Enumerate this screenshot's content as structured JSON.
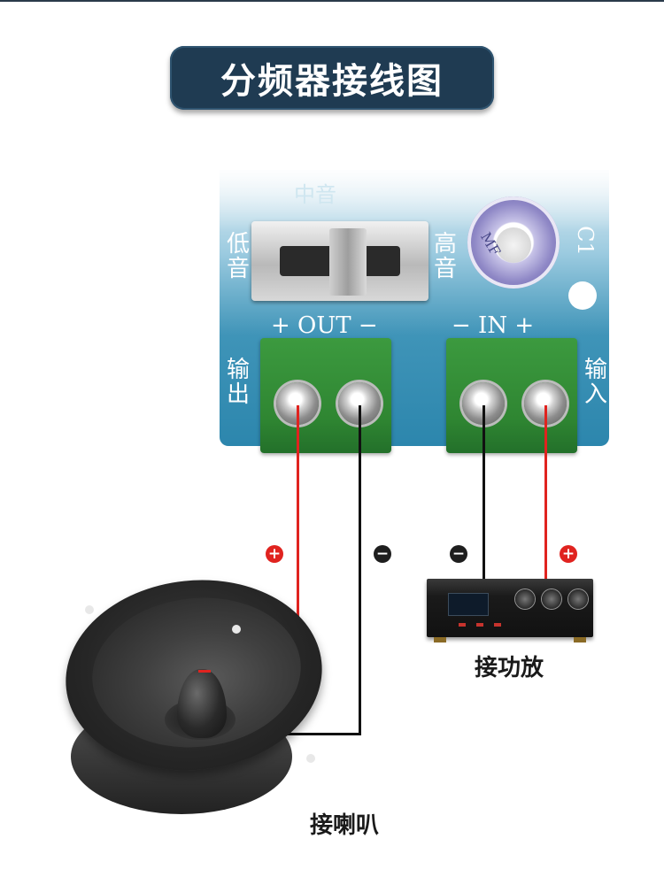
{
  "title": "分频器接线图",
  "board": {
    "mid_label": "中音",
    "low_label": "低音",
    "high_label": "高音",
    "cap_label": "C1",
    "cap_mark": "MF",
    "out_label": "+ OUT −",
    "in_label": "− IN +",
    "output_label": "输出",
    "input_label": "输入"
  },
  "wires": {
    "out_plus_symbol": "+",
    "out_minus_symbol": "−",
    "in_minus_symbol": "−",
    "in_plus_symbol": "+",
    "colors": {
      "positive": "#e0231f",
      "negative": "#111111"
    }
  },
  "captions": {
    "amplifier": "接功放",
    "speaker": "接喇叭"
  },
  "colors": {
    "title_bg": "#1f3b52",
    "pcb": "#2c86ad",
    "terminal": "#2f8632"
  }
}
